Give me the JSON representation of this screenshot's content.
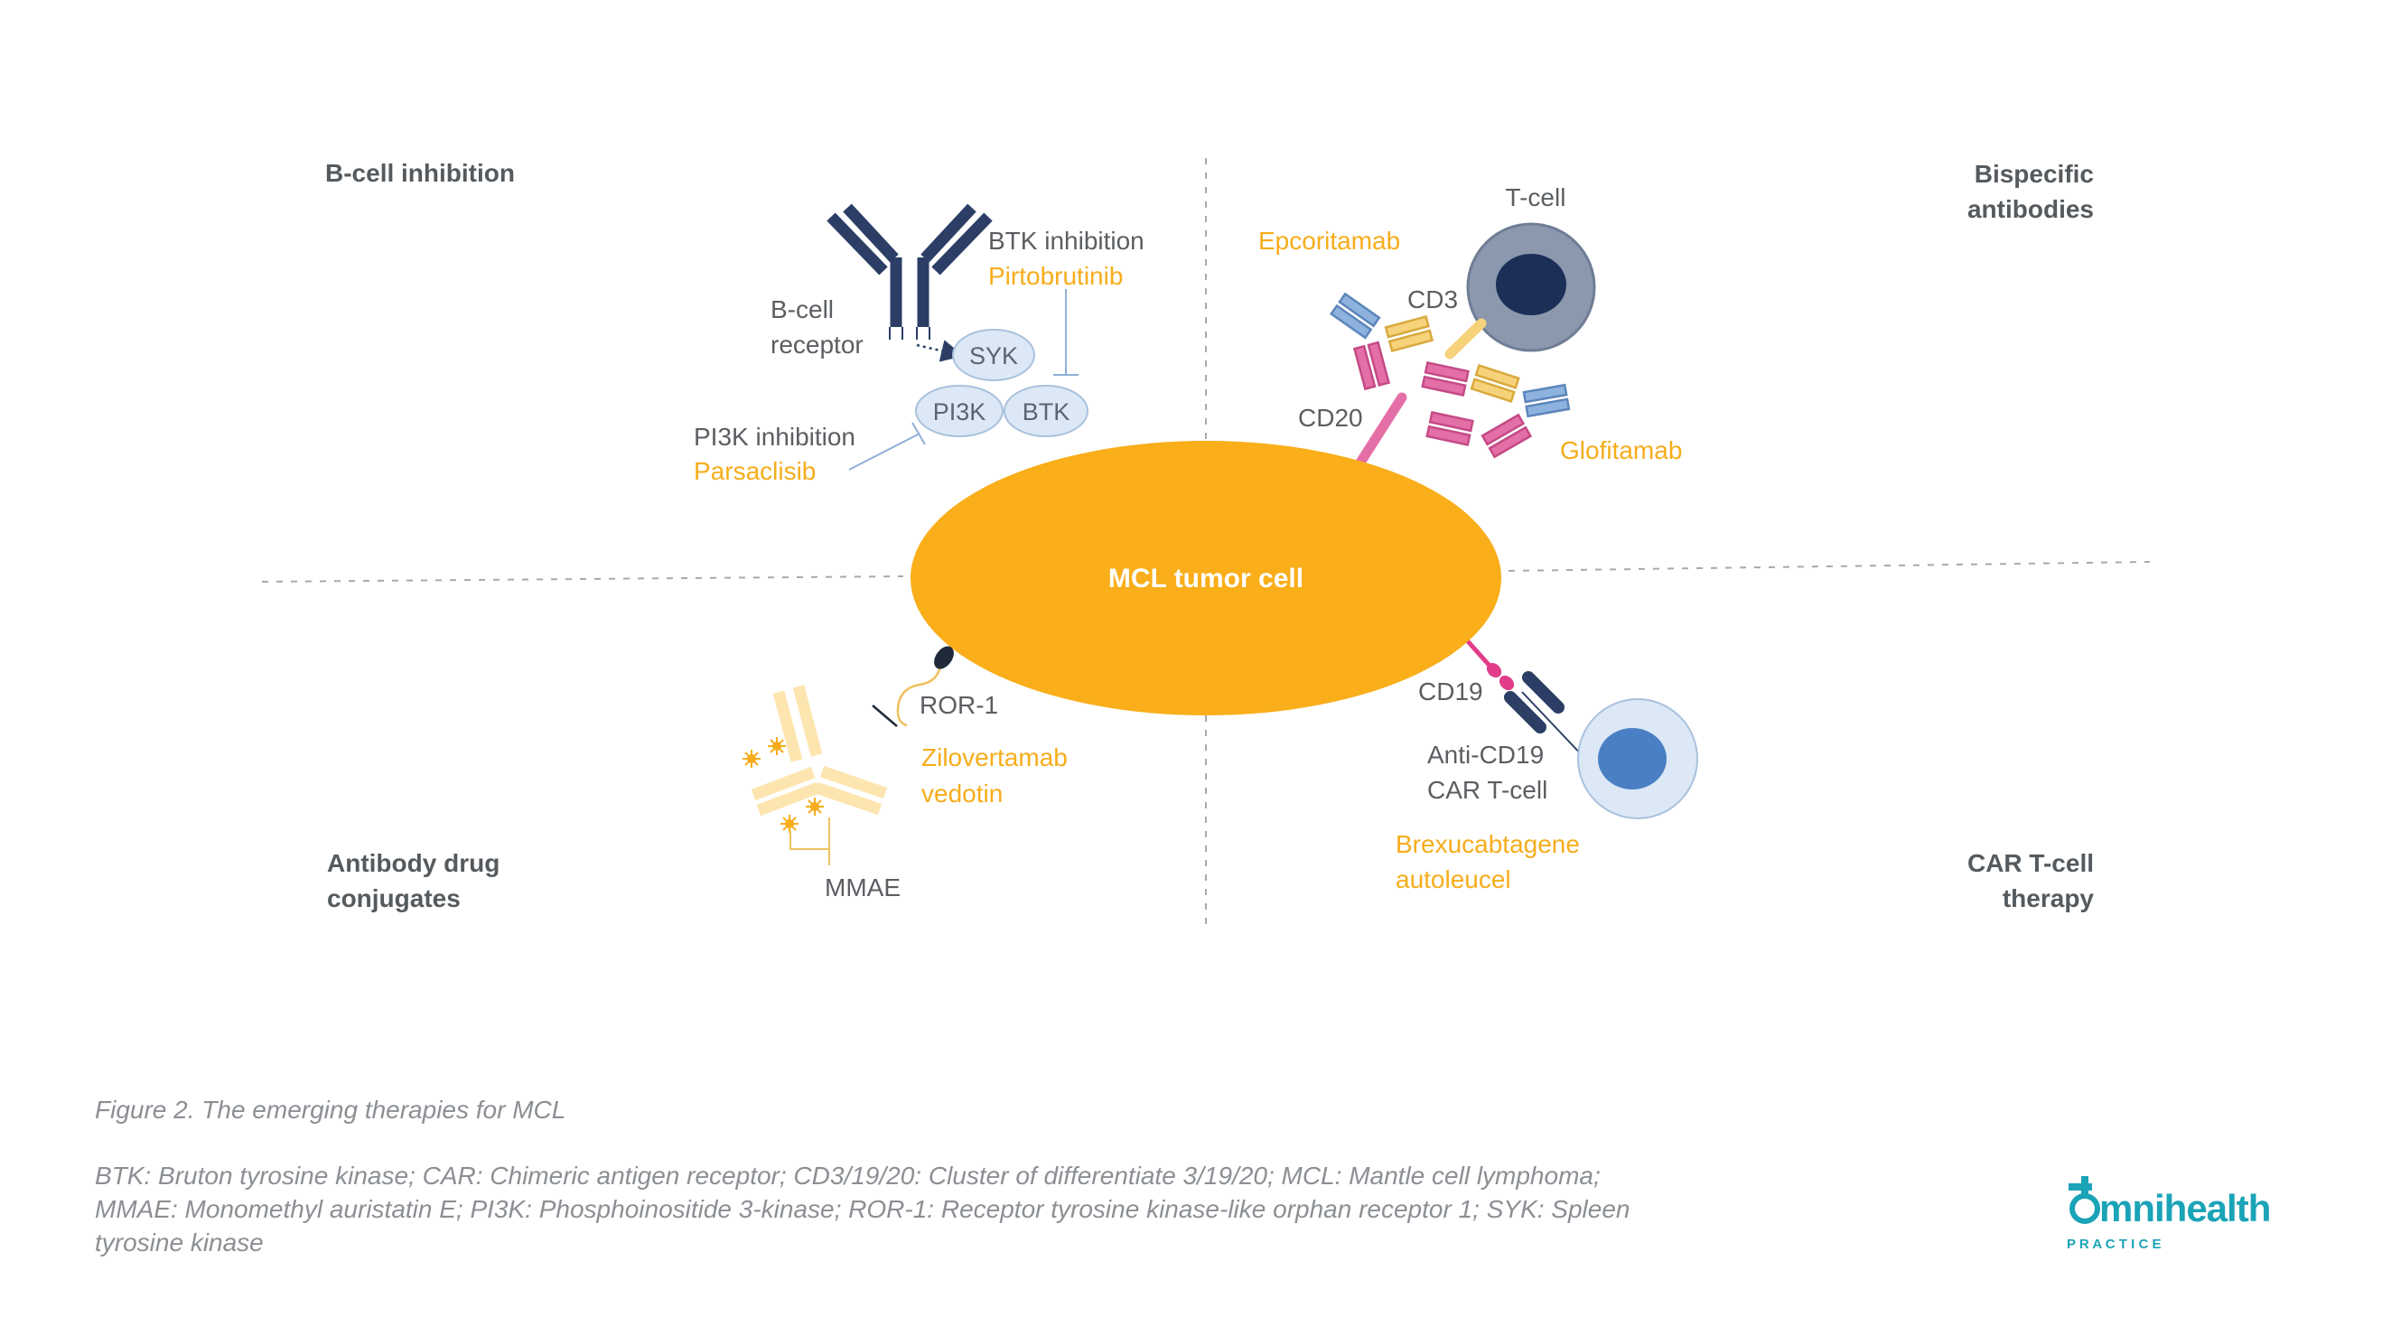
{
  "quadrants": {
    "top_left": [
      "B-cell inhibition"
    ],
    "top_right": [
      "Bispecific",
      "antibodies"
    ],
    "bottom_left": [
      "Antibody drug",
      "conjugates"
    ],
    "bottom_right": [
      "CAR T-cell",
      "therapy"
    ]
  },
  "center": {
    "label": "MCL tumor cell"
  },
  "b_cell": {
    "receptor": [
      "B-cell",
      "receptor"
    ],
    "syk": "SYK",
    "pi3k": "PI3K",
    "btk": "BTK",
    "btk_inhibition": "BTK inhibition",
    "btk_drug": "Pirtobrutinib",
    "pi3k_inhibition": "PI3K inhibition",
    "pi3k_drug": "Parsaclisib"
  },
  "bispecific": {
    "t_cell": "T-cell",
    "cd3": "CD3",
    "cd20": "CD20",
    "epcoritamab": "Epcoritamab",
    "glofitamab": "Glofitamab"
  },
  "adc": {
    "ror1": "ROR-1",
    "drug": [
      "Zilovertamab",
      "vedotin"
    ],
    "mmae": "MMAE"
  },
  "car_t": {
    "cd19": "CD19",
    "cell": [
      "Anti-CD19",
      "CAR T-cell"
    ],
    "drug": [
      "Brexucabtagene",
      "autoleucel"
    ]
  },
  "caption": {
    "title": "Figure 2. The emerging therapies for MCL",
    "abbreviations": [
      "BTK: Bruton tyrosine kinase; CAR: Chimeric antigen receptor; CD3/19/20: Cluster of differentiate 3/19/20; MCL: Mantle cell lymphoma;",
      "MMAE: Monomethyl auristatin E; PI3K: Phosphoinositide 3-kinase; ROR-1: Receptor tyrosine kinase-like orphan receptor 1; SYK: Spleen",
      "tyrosine kinase"
    ]
  },
  "logo": {
    "name": "omnihealth",
    "sub": "P R A C T I C E"
  },
  "colors": {
    "tumor": "#f9ae1a",
    "drug_text": "#f6ad1b",
    "navy": "#2c3e66",
    "pink": "#e46fa7",
    "yellow": "#f6d27b",
    "blue": "#8db2dd",
    "pill_fill": "#dce8f5",
    "logo_teal": "#1ba3b7"
  }
}
